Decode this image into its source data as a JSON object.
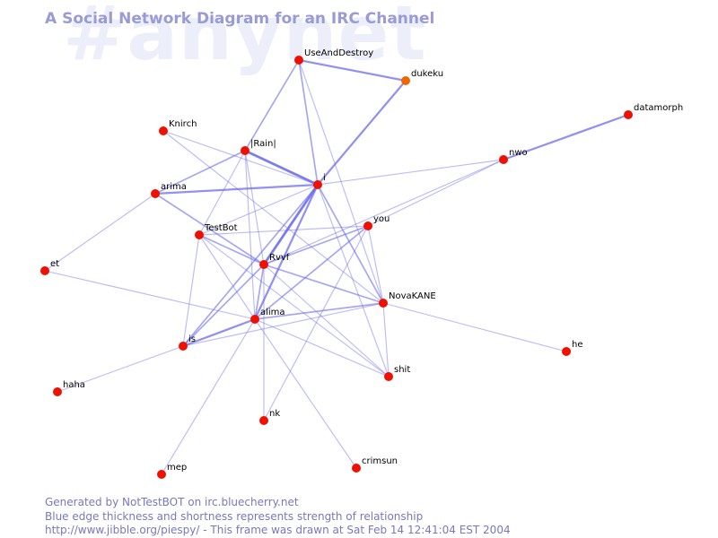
{
  "title": "A Social Network Diagram for an IRC Channel",
  "watermark": "#anynet",
  "footer": {
    "line1": "Generated by NotTestBOT on irc.bluecherry.net",
    "line2": "Blue edge thickness and shortness represents strength of relationship",
    "line3": "http://www.jibble.org/piespy/ - This frame was drawn at Sat Feb 14 12:41:04 EST 2004"
  },
  "colors": {
    "node": "#ee1100",
    "node_highlight": "#ee6600",
    "edge": "#6a6af0",
    "title": "#9a9ad6",
    "footer": "#7878c0",
    "watermark": "#eceefa"
  },
  "nodes": [
    {
      "id": "UseAndDestroy",
      "label": "UseAndDestroy",
      "color": "#ee1100"
    },
    {
      "id": "dukeku",
      "label": "dukeku",
      "color": "#ee6600"
    },
    {
      "id": "datamorph",
      "label": "datamorph",
      "color": "#ee1100"
    },
    {
      "id": "Knirch",
      "label": "Knirch",
      "color": "#ee1100"
    },
    {
      "id": "Rain",
      "label": "|Rain|",
      "color": "#ee1100"
    },
    {
      "id": "nwo",
      "label": "nwo",
      "color": "#ee1100"
    },
    {
      "id": "arima",
      "label": "arima",
      "color": "#ee1100"
    },
    {
      "id": "i",
      "label": "i",
      "color": "#ee1100"
    },
    {
      "id": "you",
      "label": "you",
      "color": "#ee1100"
    },
    {
      "id": "TestBot",
      "label": "TestBot",
      "color": "#ee1100"
    },
    {
      "id": "et",
      "label": "et",
      "color": "#ee1100"
    },
    {
      "id": "Rvvf",
      "label": "Rvvf",
      "color": "#ee1100"
    },
    {
      "id": "NovaKANE",
      "label": "NovaKANE",
      "color": "#ee1100"
    },
    {
      "id": "alima",
      "label": "alima",
      "color": "#ee1100"
    },
    {
      "id": "is",
      "label": "is",
      "color": "#ee1100"
    },
    {
      "id": "he",
      "label": "he",
      "color": "#ee1100"
    },
    {
      "id": "shit",
      "label": "shit",
      "color": "#ee1100"
    },
    {
      "id": "haha",
      "label": "haha",
      "color": "#ee1100"
    },
    {
      "id": "nk",
      "label": "nk",
      "color": "#ee1100"
    },
    {
      "id": "crimsun",
      "label": "crimsun",
      "color": "#ee1100"
    },
    {
      "id": "mep",
      "label": "mep",
      "color": "#ee1100"
    }
  ],
  "edges": [
    {
      "from": "UseAndDestroy",
      "to": "dukeku",
      "weight": 3
    },
    {
      "from": "dukeku",
      "to": "i",
      "weight": 3
    },
    {
      "from": "UseAndDestroy",
      "to": "i",
      "weight": 2
    },
    {
      "from": "UseAndDestroy",
      "to": "Rain",
      "weight": 2
    },
    {
      "from": "UseAndDestroy",
      "to": "NovaKANE",
      "weight": 1
    },
    {
      "from": "datamorph",
      "to": "nwo",
      "weight": 3
    },
    {
      "from": "nwo",
      "to": "i",
      "weight": 1
    },
    {
      "from": "nwo",
      "to": "Rvvf",
      "weight": 1
    },
    {
      "from": "Rain",
      "to": "i",
      "weight": 4
    },
    {
      "from": "Rain",
      "to": "arima",
      "weight": 2
    },
    {
      "from": "Rain",
      "to": "alima",
      "weight": 1
    },
    {
      "from": "Rain",
      "to": "TestBot",
      "weight": 1
    },
    {
      "from": "Rain",
      "to": "Rvvf",
      "weight": 1
    },
    {
      "from": "arima",
      "to": "i",
      "weight": 3
    },
    {
      "from": "arima",
      "to": "Rvvf",
      "weight": 2
    },
    {
      "from": "arima",
      "to": "et",
      "weight": 1
    },
    {
      "from": "Knirch",
      "to": "i",
      "weight": 1
    },
    {
      "from": "Knirch",
      "to": "NovaKANE",
      "weight": 1
    },
    {
      "from": "i",
      "to": "Rvvf",
      "weight": 4
    },
    {
      "from": "i",
      "to": "alima",
      "weight": 3
    },
    {
      "from": "i",
      "to": "is",
      "weight": 2
    },
    {
      "from": "i",
      "to": "NovaKANE",
      "weight": 2
    },
    {
      "from": "i",
      "to": "TestBot",
      "weight": 1
    },
    {
      "from": "i",
      "to": "shit",
      "weight": 1
    },
    {
      "from": "you",
      "to": "Rvvf",
      "weight": 2
    },
    {
      "from": "you",
      "to": "alima",
      "weight": 2
    },
    {
      "from": "you",
      "to": "TestBot",
      "weight": 1
    },
    {
      "from": "you",
      "to": "NovaKANE",
      "weight": 1
    },
    {
      "from": "you",
      "to": "nk",
      "weight": 1
    },
    {
      "from": "you",
      "to": "nwo",
      "weight": 1
    },
    {
      "from": "TestBot",
      "to": "Rvvf",
      "weight": 2
    },
    {
      "from": "TestBot",
      "to": "is",
      "weight": 1
    },
    {
      "from": "TestBot",
      "to": "alima",
      "weight": 1
    },
    {
      "from": "TestBot",
      "to": "shit",
      "weight": 1
    },
    {
      "from": "Rvvf",
      "to": "NovaKANE",
      "weight": 2
    },
    {
      "from": "Rvvf",
      "to": "is",
      "weight": 2
    },
    {
      "from": "Rvvf",
      "to": "alima",
      "weight": 2
    },
    {
      "from": "Rvvf",
      "to": "shit",
      "weight": 1
    },
    {
      "from": "Rvvf",
      "to": "nk",
      "weight": 1
    },
    {
      "from": "alima",
      "to": "is",
      "weight": 3
    },
    {
      "from": "alima",
      "to": "NovaKANE",
      "weight": 2
    },
    {
      "from": "alima",
      "to": "shit",
      "weight": 1
    },
    {
      "from": "alima",
      "to": "crimsun",
      "weight": 1
    },
    {
      "from": "alima",
      "to": "mep",
      "weight": 1
    },
    {
      "from": "NovaKANE",
      "to": "shit",
      "weight": 1
    },
    {
      "from": "NovaKANE",
      "to": "he",
      "weight": 1
    },
    {
      "from": "NovaKANE",
      "to": "is",
      "weight": 1
    },
    {
      "from": "et",
      "to": "alima",
      "weight": 1
    },
    {
      "from": "is",
      "to": "haha",
      "weight": 1
    }
  ]
}
